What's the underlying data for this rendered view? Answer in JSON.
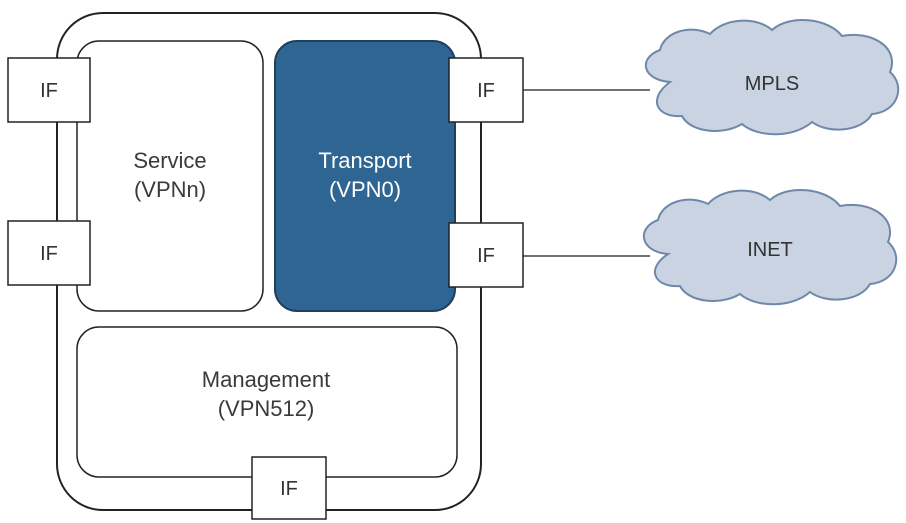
{
  "vpns": {
    "service": {
      "line1": "Service",
      "line2": "(VPNn)"
    },
    "transport": {
      "line1": "Transport",
      "line2": "(VPN0)"
    },
    "management": {
      "line1": "Management",
      "line2": "(VPN512)"
    }
  },
  "interfaces": {
    "left_top": "IF",
    "left_bottom": "IF",
    "right_top": "IF",
    "right_bottom": "IF",
    "bottom": "IF"
  },
  "clouds": {
    "mpls": "MPLS",
    "inet": "INET"
  },
  "colors": {
    "transport_fill": "#2f6592",
    "transport_stroke": "#1f3f5c",
    "cloud_fill": "#c9d3e2",
    "cloud_stroke": "#6f88aa",
    "outline": "#222222"
  }
}
